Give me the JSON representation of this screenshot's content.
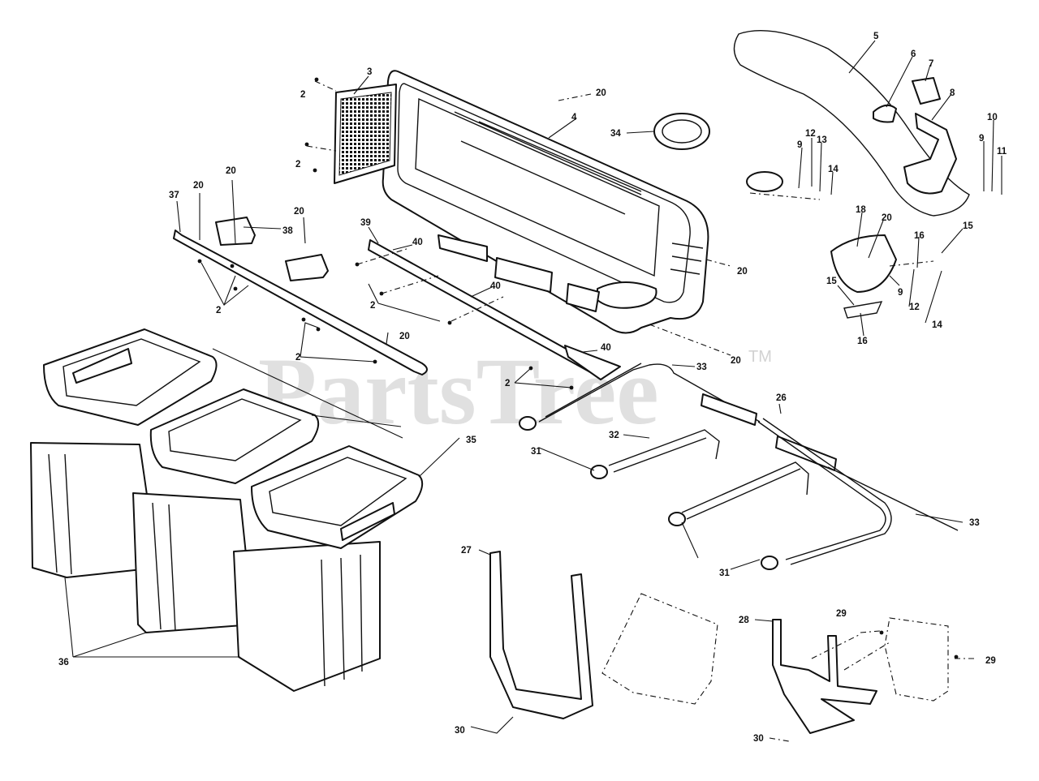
{
  "watermark": {
    "text": "PartsTree",
    "trademark": "TM"
  },
  "callouts": [
    "2",
    "3",
    "4",
    "5",
    "6",
    "7",
    "8",
    "9",
    "10",
    "11",
    "12",
    "13",
    "14",
    "15",
    "16",
    "18",
    "20",
    "26",
    "27",
    "28",
    "29",
    "30",
    "31",
    "32",
    "33",
    "34",
    "35",
    "36",
    "37",
    "38",
    "39",
    "40"
  ],
  "colors": {
    "line": "#111111",
    "background": "#ffffff",
    "watermark": "#c8c8c8"
  }
}
